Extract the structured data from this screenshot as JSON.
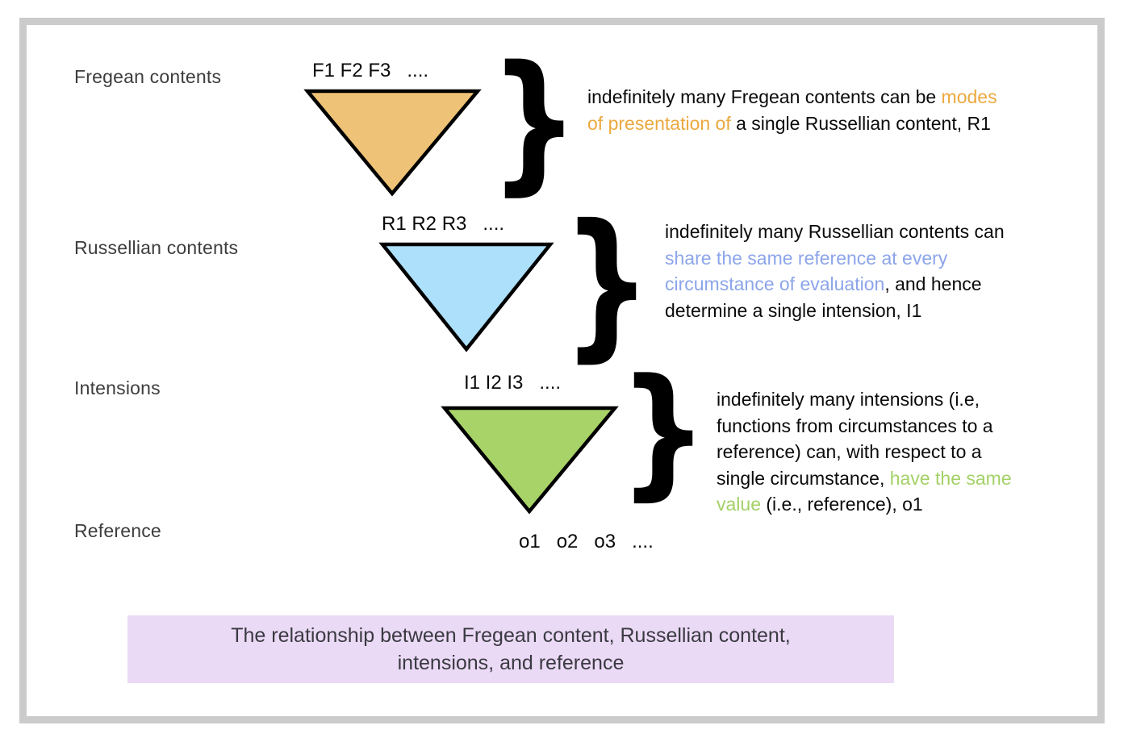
{
  "frame": {
    "border_color": "#cbcbcb",
    "background": "#ffffff"
  },
  "diagram": {
    "rows": [
      {
        "label": "Fregean contents",
        "items": "F1 F2 F3   ....",
        "triangle_color": "#efc377",
        "triangle_outline": "#000000",
        "brace": "}",
        "annotation": [
          {
            "text": "indefinitely many Fregean contents can be ",
            "color": "#0a0a0a"
          },
          {
            "text": "modes\nof presentation of",
            "color": "#eba93f"
          },
          {
            "text": " a single Russellian content, R1",
            "color": "#0a0a0a"
          }
        ]
      },
      {
        "label": "Russellian contents",
        "items": "R1 R2 R3   ....",
        "triangle_color": "#ace0fb",
        "triangle_outline": "#000000",
        "brace": "}",
        "annotation": [
          {
            "text": "indefinitely many Russellian contents can\n",
            "color": "#0a0a0a"
          },
          {
            "text": "share the same reference at every\ncircumstance of evaluation",
            "color": "#8ca5ea"
          },
          {
            "text": ", and hence\ndetermine a single intension, I1",
            "color": "#0a0a0a"
          }
        ]
      },
      {
        "label": "Intensions",
        "items": "I1 I2 I3   ....",
        "triangle_color": "#a8d368",
        "triangle_outline": "#000000",
        "brace": "}",
        "annotation": [
          {
            "text": "indefinitely many intensions (i.e,\nfunctions from circumstances to a\nreference) can, with respect to a\nsingle circumstance, ",
            "color": "#0a0a0a"
          },
          {
            "text": "have the same\nvalue",
            "color": "#a3d167"
          },
          {
            "text": " (i.e., reference), o1",
            "color": "#0a0a0a"
          }
        ]
      }
    ],
    "reference_row": {
      "label": "Reference",
      "items": "o1   o2   o3   ...."
    },
    "caption": {
      "text": "The relationship between Fregean content, Russellian content,\nintensions, and reference",
      "background": "#ebdaf5"
    }
  }
}
